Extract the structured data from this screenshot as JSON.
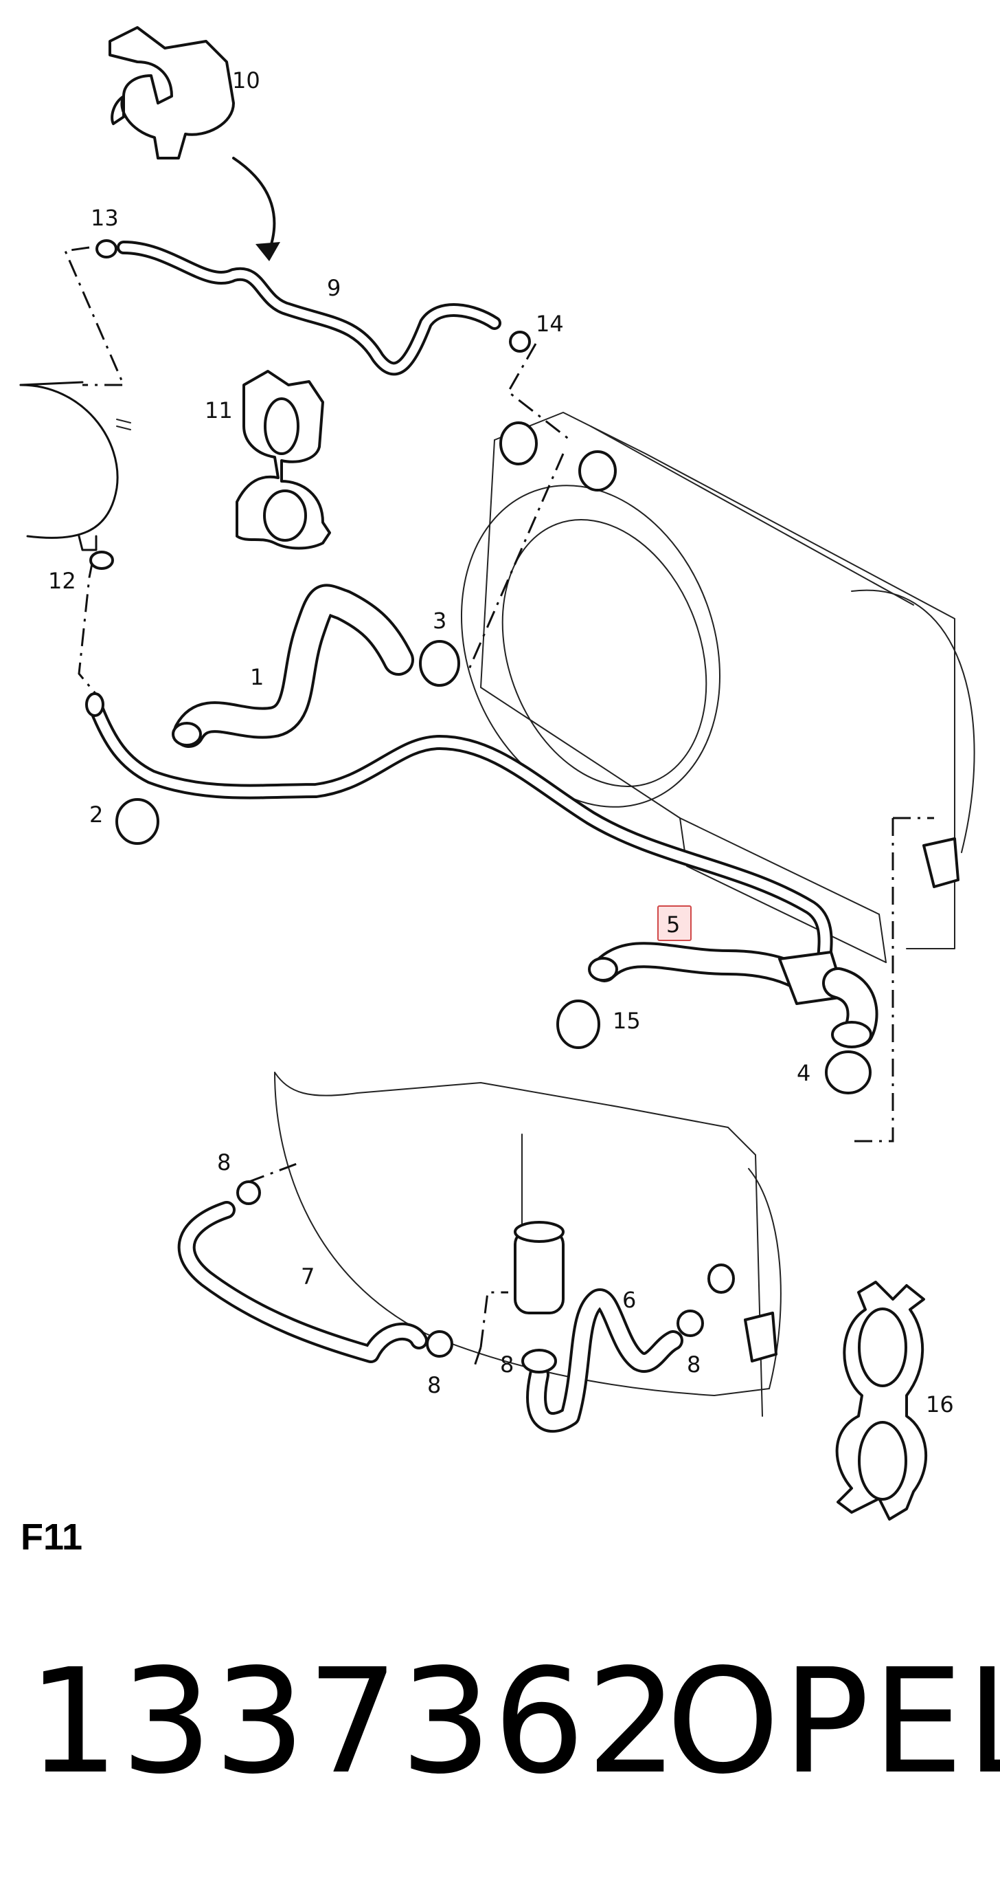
{
  "diagram": {
    "callouts": {
      "c1": "1",
      "c2": "2",
      "c3": "3",
      "c4": "4",
      "c5": "5",
      "c6": "6",
      "c7": "7",
      "c8a": "8",
      "c8b": "8",
      "c8c": "8",
      "c8d": "8",
      "c9": "9",
      "c10": "10",
      "c11": "11",
      "c12": "12",
      "c13": "13",
      "c14": "14",
      "c15": "15",
      "c16": "16"
    },
    "highlight_color": "#d04848"
  },
  "figure_label": "F11",
  "part_number": "1337362",
  "brand": "OPEL"
}
